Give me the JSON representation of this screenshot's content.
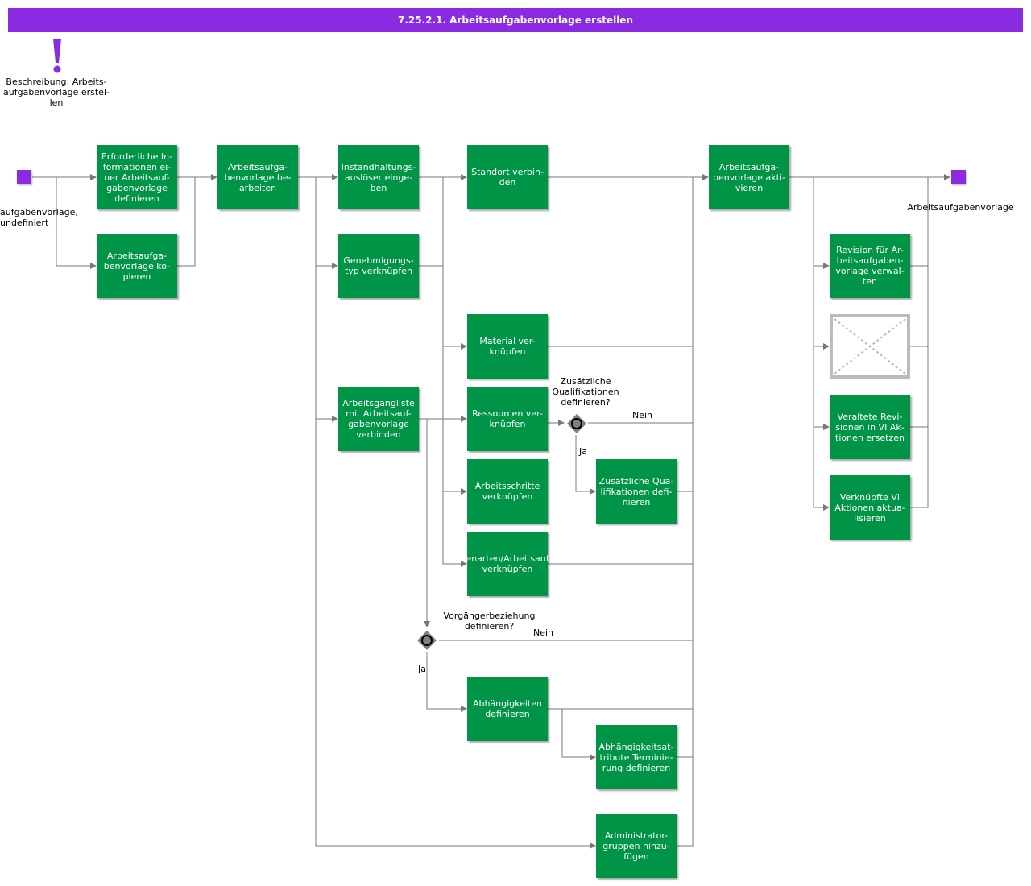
{
  "title": "7.25.2.1. Arbeitsaufgabenvorlage erstellen",
  "colors": {
    "accent": "#8a2be2",
    "task": "#009447",
    "line": "#777777",
    "gateway": "#808080"
  },
  "description": {
    "icon": "exclamation-icon",
    "text": "Beschreibung: Arbeits-\naufgabenvorlage erstel-\nlen"
  },
  "start_event": {
    "label": "aufgabenvorlage,\nundefiniert"
  },
  "end_event": {
    "label": "Arbeitsaufgabenvorlage"
  },
  "tasks": {
    "info_definieren": "Erforderliche In-\nformationen ei-\nner Arbeitsauf-\ngabenvorlage\ndefinieren",
    "kopieren": "Arbeitsaufga-\nbenvorlage ko-\npieren",
    "bearbeiten": "Arbeitsaufga-\nbenvorlage be-\narbeiten",
    "ausloeser": "Instandhaltungs-\nauslöser einge-\nben",
    "genehmigung": "Genehmigungs-\ntyp verknüpfen",
    "arbeitsgangliste": "Arbeitsgangliste\nmit Arbeitsauf-\ngabenvorlage\nverbinden",
    "standort": "Standort verbin-\nden",
    "material": "Material ver-\nknüpfen",
    "ressourcen": "Ressourcen ver-\nknüpfen",
    "arbeitsschritte": "Arbeitsschritte\nverknüpfen",
    "arten": "enarten/Arbeitsauf\nverknüpfen",
    "qualifikationen": "Zusätzliche Qua-\nlifikationen defi-\nnieren",
    "abhaengigkeiten": "Abhängigkeiten\ndefinieren",
    "abh_attribute": "Abhängigkeitsat-\ntribute Terminie-\nrung definieren",
    "admin": "Administrator-\ngruppen hinzu-\nfügen",
    "aktivieren": "Arbeitsaufga-\nbenvorlage akti-\nvieren",
    "revision": "Revision für Ar-\nbeitsaufgaben-\nvorlage verwal-\nten",
    "veraltete": "Veraltete Revi-\nsionen in VI Ak-\ntionen ersetzen",
    "verknuepfte": "Verknüpfte VI\nAktionen aktua-\nlisieren"
  },
  "gateways": {
    "qualifikationen": {
      "question": "Zusätzliche\nQualifikationen\ndefinieren?",
      "no": "Nein",
      "yes": "Ja"
    },
    "vorgaenger": {
      "question": "Vorgängerbeziehung\ndefinieren?",
      "no": "Nein",
      "yes": "Ja"
    }
  },
  "placeholder": {
    "icon": "broken-image-icon"
  }
}
